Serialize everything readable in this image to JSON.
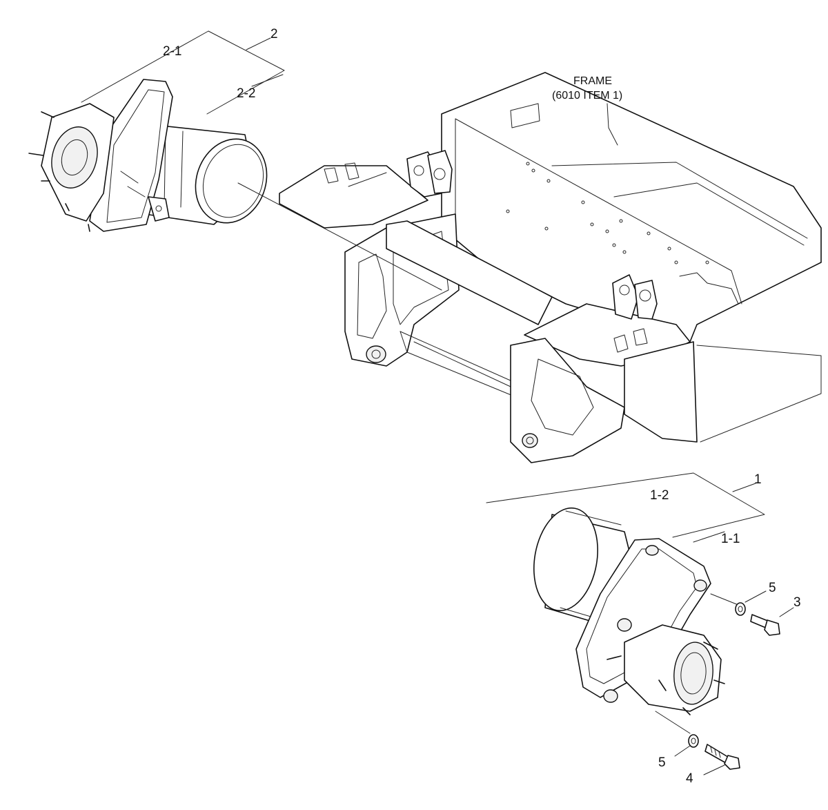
{
  "frame_label": {
    "line1": "FRAME",
    "line2": "(6010 ITEM 1)"
  },
  "callouts": {
    "c2": "2",
    "c2_1": "2-1",
    "c2_2": "2-2",
    "c1": "1",
    "c1_1": "1-1",
    "c1_2": "1-2",
    "c3": "3",
    "c4": "4",
    "c5a": "5",
    "c5b": "5"
  }
}
